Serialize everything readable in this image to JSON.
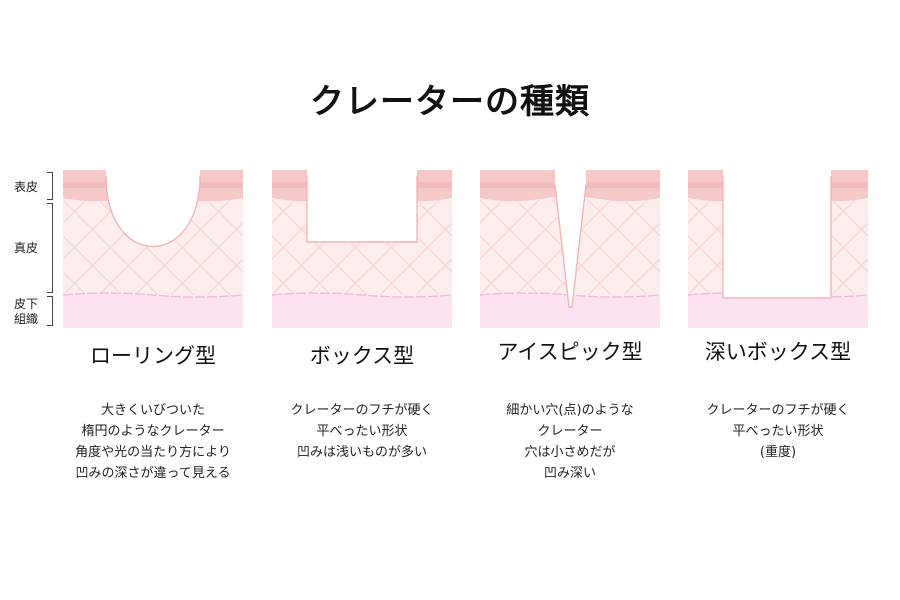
{
  "title": "クレーターの種類",
  "layers": {
    "epidermis": "表皮",
    "dermis": "真皮",
    "subcutaneous": "皮下\n組織"
  },
  "types": [
    {
      "name": "ローリング型",
      "desc": [
        "大きくいびついた",
        "楕円のようなクレーター",
        "角度や光の当たり方により",
        "凹みの深さが違って見える"
      ]
    },
    {
      "name": "ボックス型",
      "desc": [
        "クレーターのフチが硬く",
        "平べったい形状",
        "凹みは浅いものが多い"
      ]
    },
    {
      "name": "アイスピック型",
      "desc": [
        "細かい穴(点)のような",
        "クレーター",
        "穴は小さめだが",
        "凹み深い"
      ]
    },
    {
      "name": "深いボックス型",
      "desc": [
        "クレーターのフチが硬く",
        "平べったい形状",
        "(重度)"
      ]
    }
  ],
  "colors": {
    "epidermis": "#f6c9c9",
    "epidermis_edge": "#efb6b6",
    "dermis": "#fdeeed",
    "dermis_line": "#f3d2d0",
    "subcutaneous": "#fde3f1",
    "subcutaneous_edge": "#f2b9da"
  }
}
